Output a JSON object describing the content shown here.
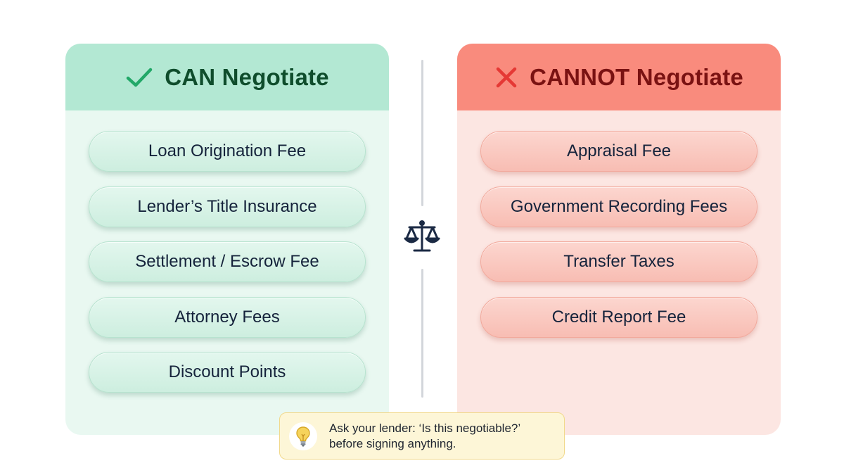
{
  "can_panel": {
    "title": "CAN Negotiate",
    "icon": "checkmark-icon",
    "accent_color": "#22a868",
    "items": [
      "Loan Origination Fee",
      "Lender’s Title Insurance",
      "Settlement / Escrow Fee",
      "Attorney Fees",
      "Discount Points"
    ]
  },
  "cannot_panel": {
    "title": "CANNOT Negotiate",
    "icon": "cross-icon",
    "accent_color": "#e53935",
    "items": [
      "Appraisal Fee",
      "Government Recording Fees",
      "Transfer Taxes",
      "Credit Report Fee"
    ]
  },
  "divider": {
    "icon": "scale-balance-icon",
    "color": "#1b2a44"
  },
  "tip": {
    "icon": "lightbulb-icon",
    "line1": "Ask your lender: ‘Is this negotiable?’",
    "line2": "before signing anything."
  }
}
